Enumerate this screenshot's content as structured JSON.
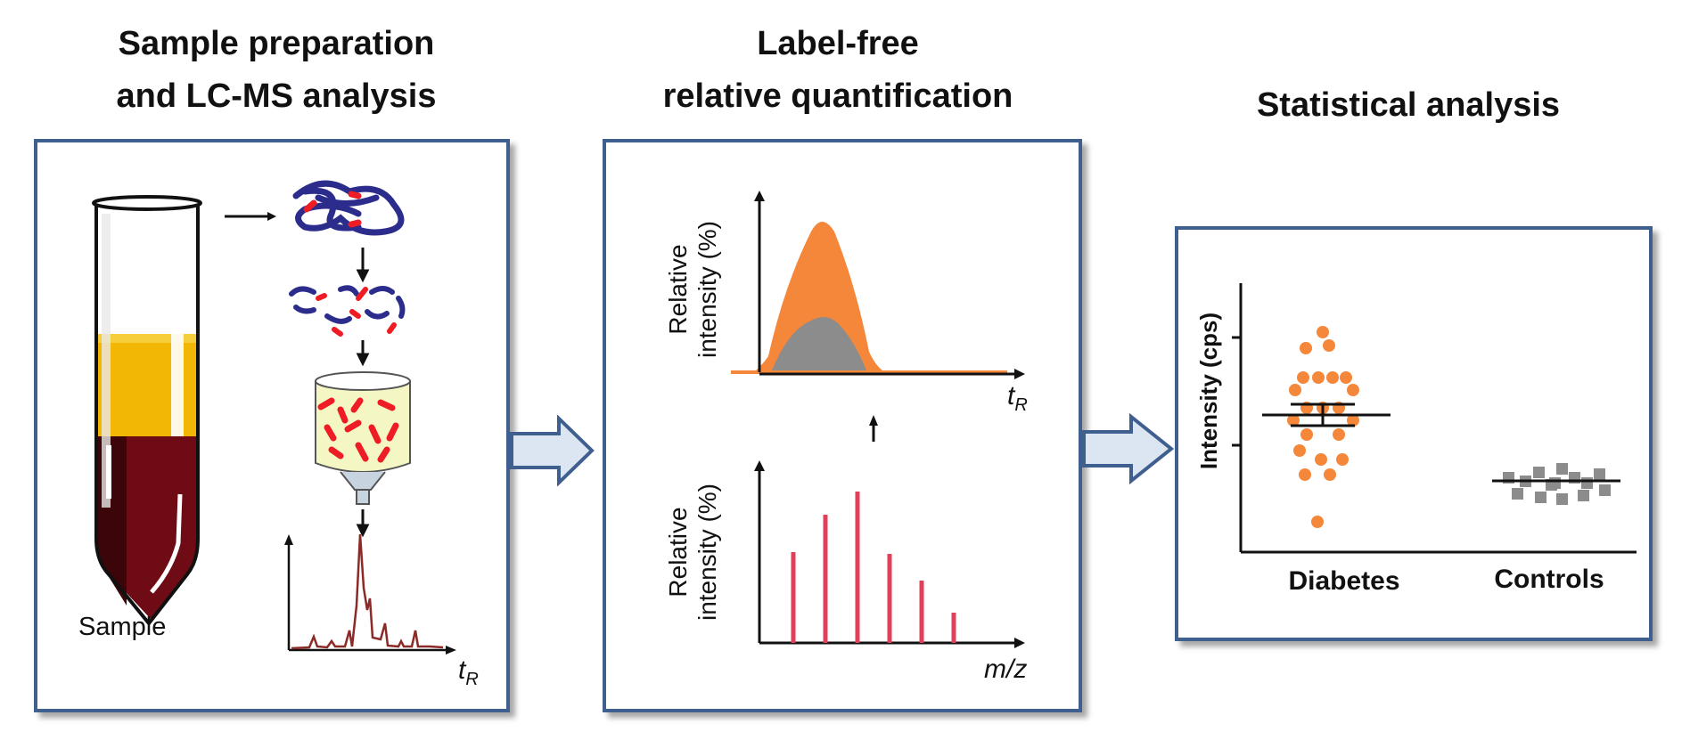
{
  "panels": [
    {
      "title_lines": [
        "Sample preparation",
        "and LC-MS analysis"
      ],
      "sample_label": "Sample",
      "axis_label": {
        "var": "t",
        "sub": "R"
      }
    },
    {
      "title_lines": [
        "Label-free",
        "relative quantification"
      ],
      "top_plot": {
        "ylabel_lines": [
          "Relative",
          "intensity (%)"
        ],
        "xlabel": {
          "var": "t",
          "sub": "R"
        }
      },
      "bottom_plot": {
        "ylabel_lines": [
          "Relative",
          "intensity (%)"
        ],
        "xlabel": "m/z"
      }
    },
    {
      "title_lines": [
        "Statistical analysis"
      ],
      "ylabel": "Intensity (cps)",
      "groups": [
        "Diabetes",
        "Controls"
      ]
    }
  ],
  "colors": {
    "panel_border": "#3f5f8f",
    "arrow_fill": "#dce6f2",
    "orange": "#f4873a",
    "gray": "#8c8c8c",
    "peak_red": "#e0405a",
    "blood": "#6e0b14",
    "plasma": "#f2b705",
    "protein": "#2b2c8c",
    "peptide_red": "#ee1c25"
  },
  "icons": [
    "test-tube-icon",
    "protein-icon",
    "peptides-icon",
    "column-icon",
    "chromatogram-icon",
    "flow-arrow-icon"
  ]
}
